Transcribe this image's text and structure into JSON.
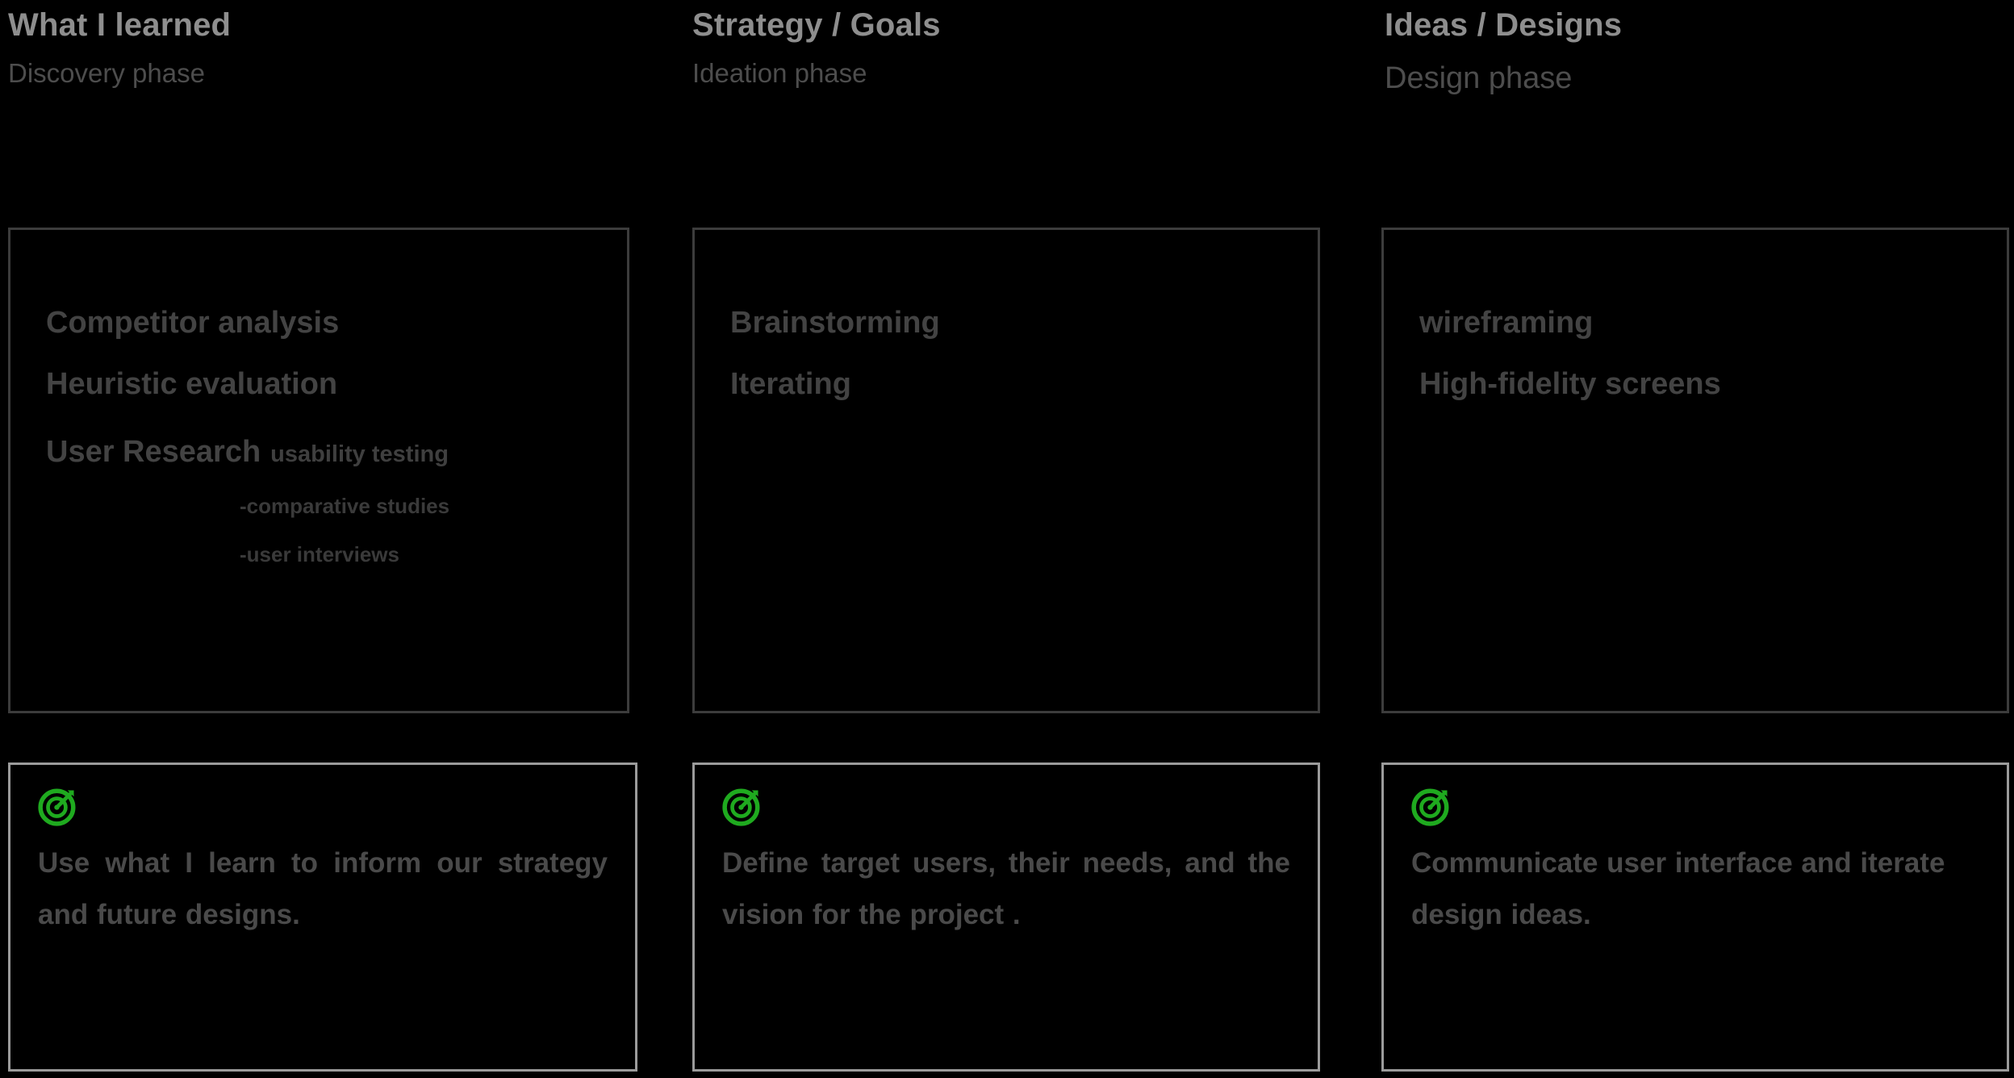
{
  "theme": {
    "background": "#000000",
    "title_color": "#8e8e8e",
    "subtitle_color": "#4d4d4d",
    "body_color": "#434343",
    "card_border": "#3c3c3c",
    "callout_border": "#9b9b9b",
    "accent_green": "#1faa1f"
  },
  "columns": [
    {
      "title": "What I learned",
      "subtitle": "Discovery phase",
      "items": [
        {
          "label": "Competitor analysis"
        },
        {
          "label": "Heuristic evaluation"
        },
        {
          "label": "User Research",
          "inline_sub": "usability testing"
        }
      ],
      "sub_items": [
        "-comparative studies",
        "-user interviews"
      ],
      "goal": {
        "icon": "target-dart-icon",
        "text": "Use what I learn to inform our strategy and future designs."
      }
    },
    {
      "title": "Strategy / Goals",
      "subtitle": "Ideation phase",
      "items": [
        {
          "label": "Brainstorming"
        },
        {
          "label": "Iterating"
        }
      ],
      "sub_items": [],
      "goal": {
        "icon": "target-dart-icon",
        "text": "Define target users, their needs, and the vision for the project ."
      }
    },
    {
      "title": "Ideas / Designs",
      "subtitle": "Design phase",
      "items": [
        {
          "label": "wireframing"
        },
        {
          "label": "High-fidelity screens"
        }
      ],
      "sub_items": [],
      "goal": {
        "icon": "target-dart-icon",
        "text": "Communicate user interface and iterate design ideas."
      }
    }
  ]
}
